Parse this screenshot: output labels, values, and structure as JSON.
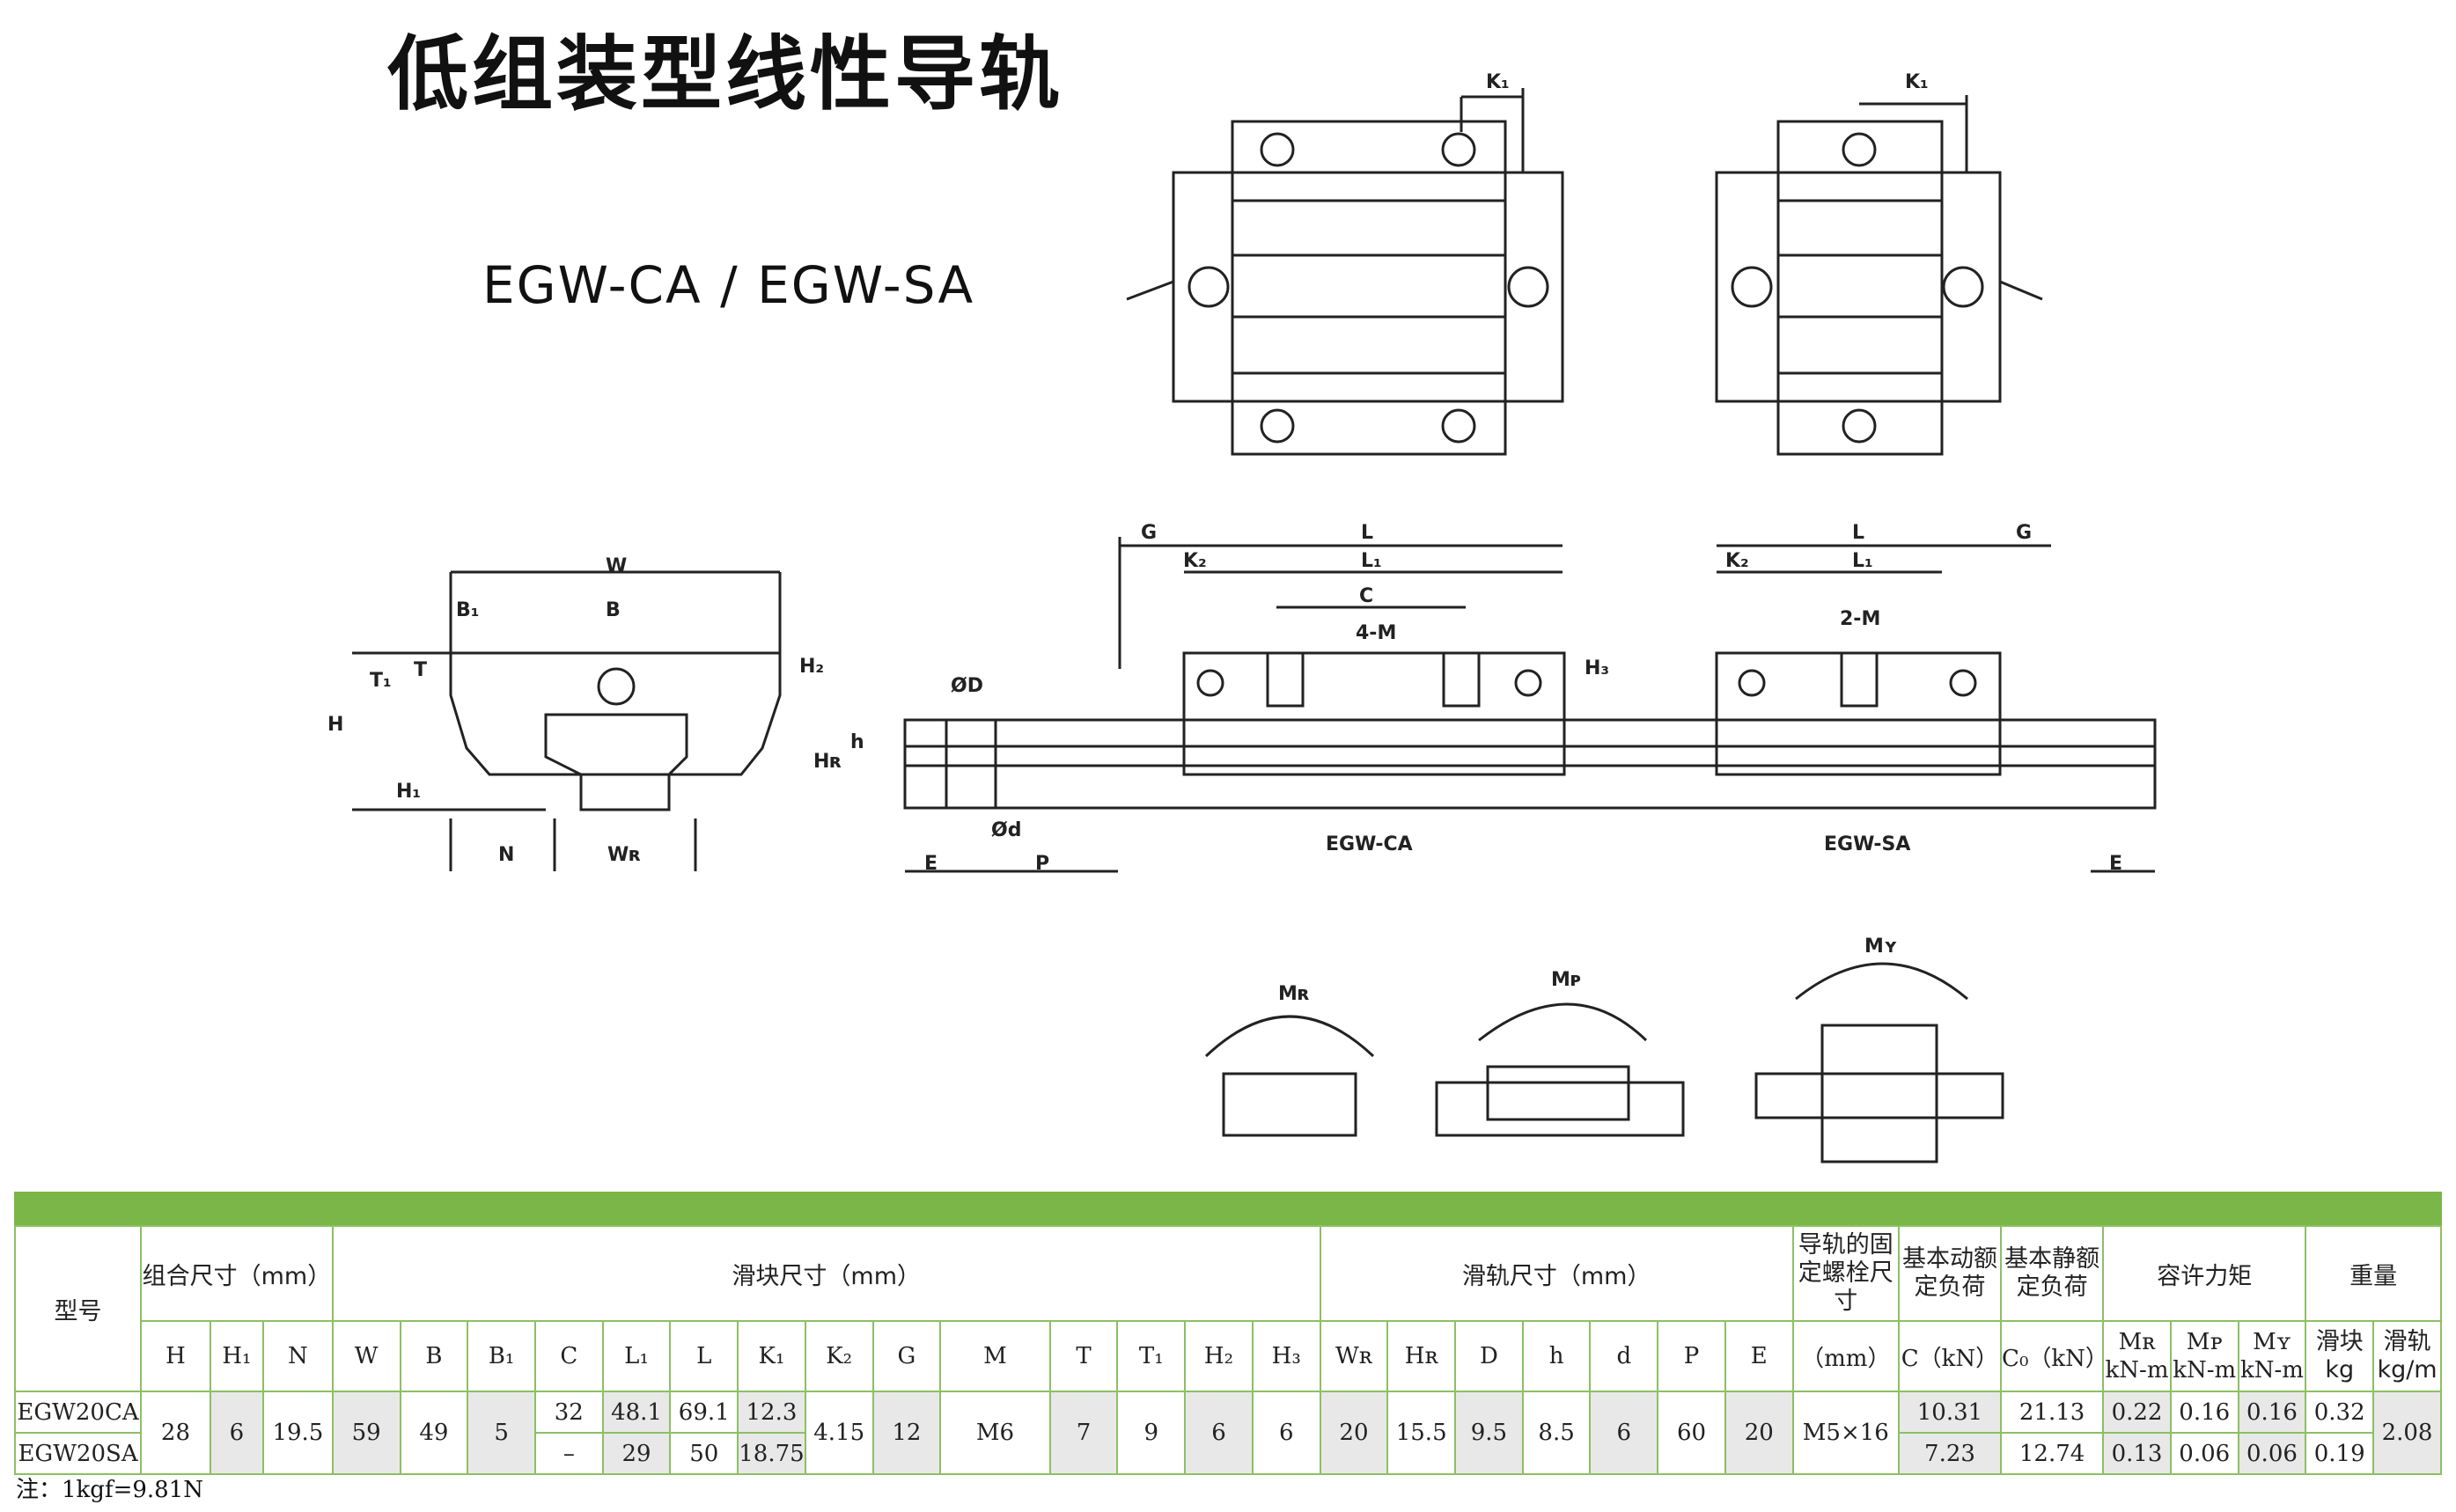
{
  "title": "低组装型线性导轨",
  "subtitle": "EGW-CA / EGW-SA",
  "drawing_labels": {
    "K1": "K₁",
    "W": "W",
    "B": "B",
    "B1": "B₁",
    "T": "T",
    "T1": "T₁",
    "H": "H",
    "H1": "H₁",
    "H2": "H₂",
    "H3": "H₃",
    "N": "N",
    "WR": "Wʀ",
    "HR": "Hʀ",
    "h": "h",
    "OD": "ØD",
    "Od": "Ød",
    "E": "E",
    "P": "P",
    "G": "G",
    "L": "L",
    "L1": "L₁",
    "C": "C",
    "K2": "K₂",
    "4M": "4-M",
    "2M": "2-M",
    "ca": "EGW-CA",
    "sa": "EGW-SA",
    "MR": "Mʀ",
    "MP": "Mᴘ",
    "MY": "Mʏ"
  },
  "table": {
    "model_header": "型号",
    "group_assembly": "组合尺寸（mm）",
    "group_block": "滑块尺寸（mm）",
    "group_rail": "滑轨尺寸（mm）",
    "group_bolt": "导轨的固定螺栓尺寸",
    "group_dyn": "基本动额定负荷",
    "group_stat": "基本静额定负荷",
    "group_moment": "容许力矩",
    "group_weight": "重量",
    "weight_block": "滑块",
    "weight_rail": "滑轨",
    "cols": [
      "H",
      "H₁",
      "N",
      "W",
      "B",
      "B₁",
      "C",
      "L₁",
      "L",
      "K₁",
      "K₂",
      "G",
      "M",
      "T",
      "T₁",
      "H₂",
      "H₃",
      "Wʀ",
      "Hʀ",
      "D",
      "h",
      "d",
      "P",
      "E"
    ],
    "bolt_unit": "（mm）",
    "dyn_unit": "C（kN）",
    "stat_unit": "C₀（kN）",
    "moment_cols": [
      "Mʀ",
      "Mᴘ",
      "Mʏ"
    ],
    "moment_units": [
      "kN-m",
      "kN-m",
      "kN-m"
    ],
    "weight_units": [
      "kg",
      "kg/m"
    ],
    "rows": [
      {
        "model": "EGW20CA",
        "C": "32",
        "L1": "48.1",
        "L": "69.1",
        "K1": "12.3",
        "dyn": "10.31",
        "stat": "21.13",
        "MR": "0.22",
        "MP": "0.16",
        "MY": "0.16",
        "wblock": "0.32"
      },
      {
        "model": "EGW20SA",
        "C": "–",
        "L1": "29",
        "L": "50",
        "K1": "18.75",
        "dyn": "7.23",
        "stat": "12.74",
        "MR": "0.13",
        "MP": "0.06",
        "MY": "0.06",
        "wblock": "0.19"
      }
    ],
    "shared": {
      "H": "28",
      "H1": "6",
      "N": "19.5",
      "W": "59",
      "B": "49",
      "B1": "5",
      "K2": "4.15",
      "G": "12",
      "M": "M6",
      "T": "7",
      "T1": "9",
      "H2": "6",
      "H3": "6",
      "WR": "20",
      "HR": "15.5",
      "D": "9.5",
      "h": "8.5",
      "d": "6",
      "P": "60",
      "E": "20",
      "bolt": "M5×16",
      "wrail": "2.08"
    }
  },
  "note": "注：1kgf=9.81N",
  "colors": {
    "accent_green": "#7ab648",
    "table_border": "#8cc063"
  }
}
